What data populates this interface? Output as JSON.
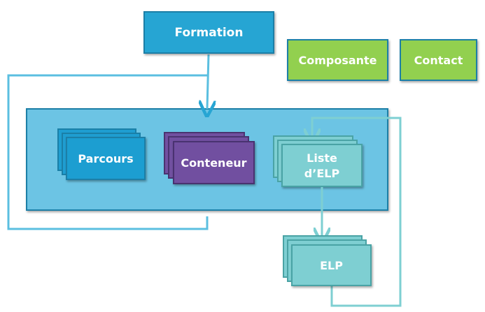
{
  "nodes": {
    "formation": {
      "label": "Formation"
    },
    "composante": {
      "label": "Composante"
    },
    "contact": {
      "label": "Contact"
    },
    "parcours": {
      "label": "Parcours"
    },
    "conteneur": {
      "label": "Conteneur"
    },
    "liste_elp": {
      "label_line1": "Liste",
      "label_line2": "d’ELP"
    },
    "elp": {
      "label": "ELP"
    }
  },
  "colors": {
    "formation": "#27a5d3",
    "formation_border": "#1a7fa7",
    "green": "#92d050",
    "green_border": "#1a7fa7",
    "container": "#6cc4e4",
    "container_border": "#1a7fa7",
    "parcours": "#1f9ed1",
    "conteneur": "#7150a0",
    "teal": "#7ecfd2",
    "teal_border": "#4aa3a5",
    "connector": "#5bbfe0",
    "connector_teal": "#7ecfd2"
  }
}
